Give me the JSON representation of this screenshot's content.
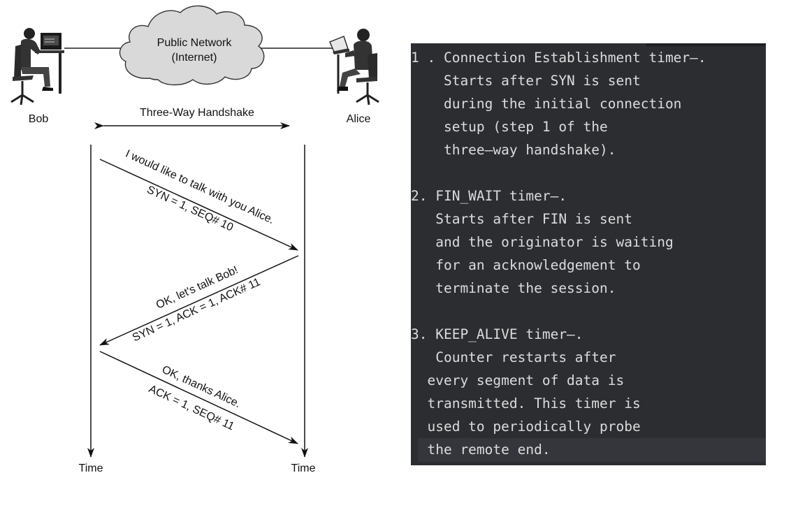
{
  "diagram": {
    "cloud_line1": "Public Network",
    "cloud_line2": "(Internet)",
    "left_person": "Bob",
    "right_person": "Alice",
    "handshake_label": "Three-Way Handshake",
    "msg1_line1": "I would like to talk with you Alice.",
    "msg1_line2": "SYN = 1, SEQ# 10",
    "msg2_line1": "OK, let's talk Bob!",
    "msg2_line2": "SYN = 1, ACK = 1, ACK# 11",
    "msg3_line1": "OK, thanks Alice.",
    "msg3_line2": "ACK = 1, SEQ# 11",
    "left_time": "Time",
    "right_time": "Time"
  },
  "notes": {
    "lines": [
      "1 . Connection Establishment timer—.",
      "    Starts after SYN is sent",
      "    during the initial connection",
      "    setup (step 1 of the",
      "    three—way handshake).",
      "",
      "2. FIN_WAIT timer—.",
      "   Starts after FIN is sent",
      "   and the originator is waiting",
      "   for an acknowledgement to",
      "   terminate the session.",
      "",
      "3. KEEP_ALIVE timer—.",
      "   Counter restarts after",
      "  every segment of data is",
      "  transmitted. This timer is",
      "  used to periodically probe",
      "  the remote end."
    ]
  }
}
